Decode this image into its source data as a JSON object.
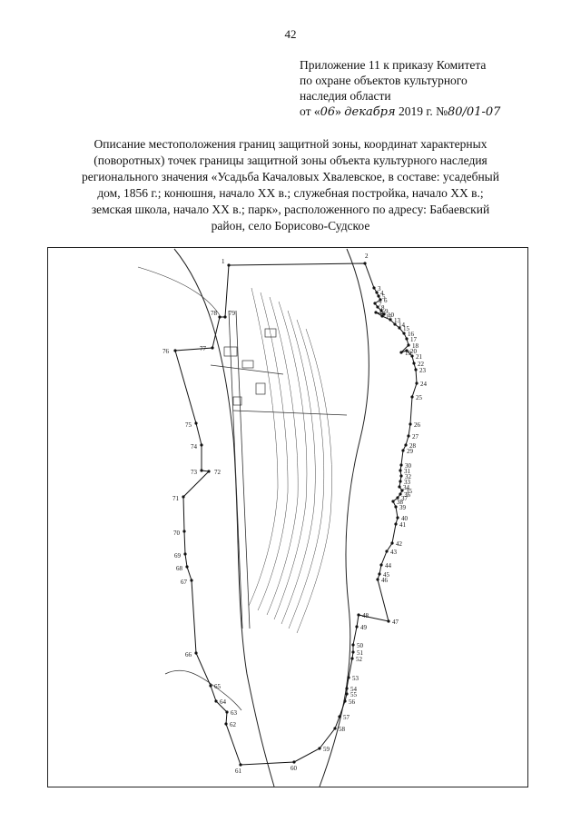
{
  "page_number": "42",
  "appendix": {
    "line1": "Приложение 11  к приказу Комитета",
    "line2": "по охране объектов культурного",
    "line3": "наследия области",
    "date_prefix": "от «",
    "day": "06",
    "date_mid": "» ",
    "month": "декабря",
    "year_text": " 2019 г. №",
    "order_number": "80/01-07"
  },
  "title": {
    "line1": "Описание местоположения границ защитной зоны, координат характерных",
    "line2": "(поворотных) точек границы защитной зоны объекта культурного наследия",
    "line3": "регионального значения «Усадьба Качаловых Хвалевское, в составе: усадебный",
    "line4": "дом, 1856 г.; конюшня, начало XX в.; служебная постройка, начало XX в.;",
    "line5": "земская школа, начало XX в.; парк», расположенного по адресу: Бабаевский",
    "line6": "район,  село Борисово-Судское"
  },
  "map_points": [
    "1",
    "2",
    "3",
    "4",
    "5",
    "6",
    "7",
    "8",
    "9",
    "10",
    "11",
    "12",
    "13",
    "14",
    "15",
    "16",
    "17",
    "18",
    "19",
    "20",
    "21",
    "22",
    "23",
    "24",
    "25",
    "26",
    "27",
    "28",
    "29",
    "30",
    "31",
    "32",
    "33",
    "34",
    "35",
    "36",
    "37",
    "38",
    "39",
    "40",
    "41",
    "42",
    "43",
    "44",
    "45",
    "46",
    "47",
    "48",
    "49",
    "50",
    "51",
    "52",
    "53",
    "54",
    "55",
    "56",
    "57",
    "58",
    "59",
    "60",
    "61",
    "62",
    "63",
    "64",
    "65",
    "66",
    "67",
    "68",
    "69",
    "70",
    "71",
    "72",
    "73",
    "74",
    "75",
    "76",
    "77",
    "78",
    "79"
  ]
}
